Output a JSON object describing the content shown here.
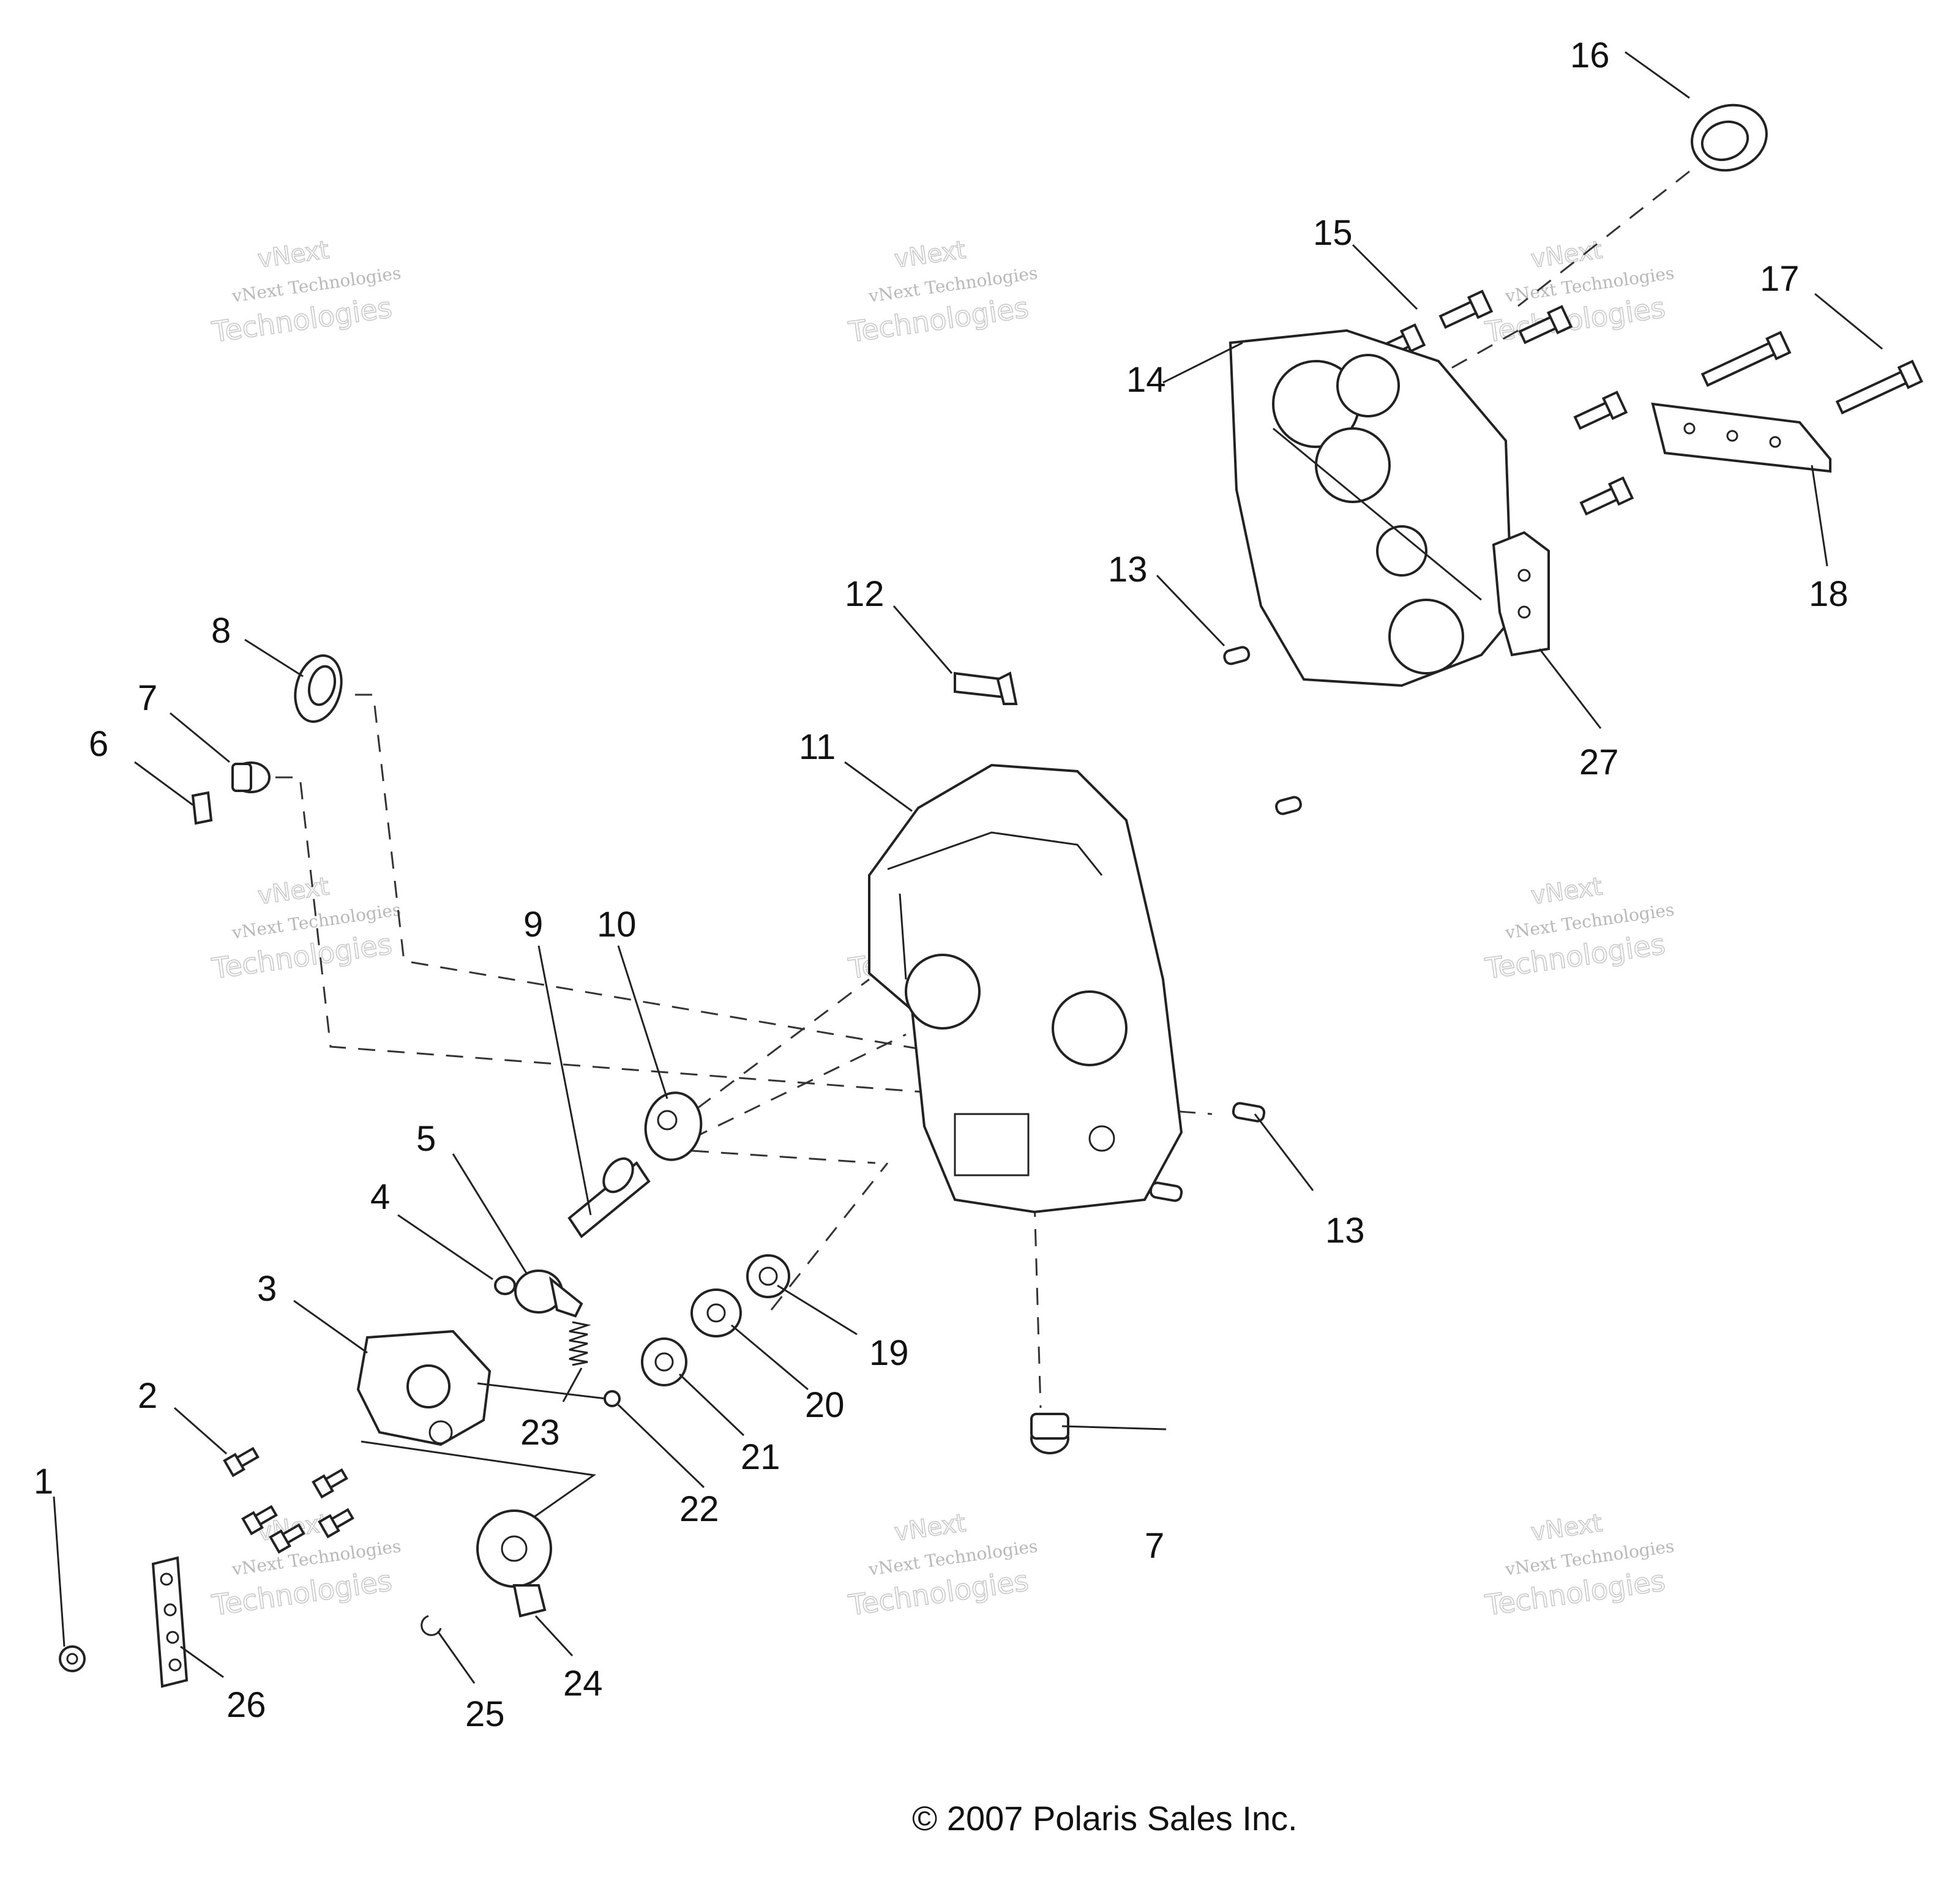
{
  "callouts": [
    {
      "id": "c1",
      "label": "1"
    },
    {
      "id": "c2",
      "label": "2"
    },
    {
      "id": "c3",
      "label": "3"
    },
    {
      "id": "c4",
      "label": "4"
    },
    {
      "id": "c5",
      "label": "5"
    },
    {
      "id": "c6",
      "label": "6"
    },
    {
      "id": "c7a",
      "label": "7"
    },
    {
      "id": "c7b",
      "label": "7"
    },
    {
      "id": "c8",
      "label": "8"
    },
    {
      "id": "c9",
      "label": "9"
    },
    {
      "id": "c10",
      "label": "10"
    },
    {
      "id": "c11",
      "label": "11"
    },
    {
      "id": "c12",
      "label": "12"
    },
    {
      "id": "c13a",
      "label": "13"
    },
    {
      "id": "c13b",
      "label": "13"
    },
    {
      "id": "c14",
      "label": "14"
    },
    {
      "id": "c15",
      "label": "15"
    },
    {
      "id": "c16",
      "label": "16"
    },
    {
      "id": "c17",
      "label": "17"
    },
    {
      "id": "c18",
      "label": "18"
    },
    {
      "id": "c19",
      "label": "19"
    },
    {
      "id": "c20",
      "label": "20"
    },
    {
      "id": "c21",
      "label": "21"
    },
    {
      "id": "c22",
      "label": "22"
    },
    {
      "id": "c23",
      "label": "23"
    },
    {
      "id": "c24",
      "label": "24"
    },
    {
      "id": "c25",
      "label": "25"
    },
    {
      "id": "c26",
      "label": "26"
    },
    {
      "id": "c27",
      "label": "27"
    }
  ],
  "watermark": {
    "line0": "vNext",
    "line1": "vNext Technologies",
    "line2": "Technologies"
  },
  "copyright": "© 2007 Polaris Sales Inc."
}
